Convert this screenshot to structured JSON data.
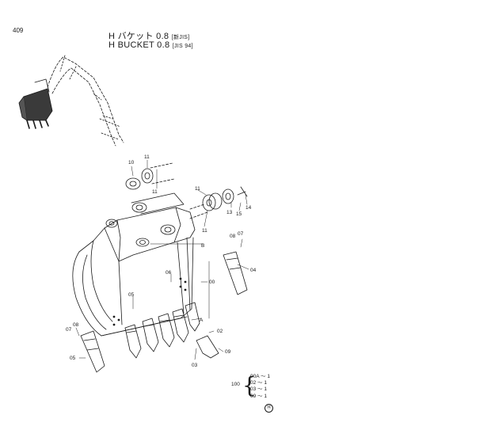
{
  "page_number": "409",
  "title": {
    "line1": "H バケット 0.8",
    "line1_tag": "[新JIS]",
    "line2": "H BUCKET 0.8",
    "line2_tag": "[JIS 94]"
  },
  "callouts": {
    "c10": "10",
    "c11a": "11",
    "c11b": "11",
    "c11c": "11",
    "c11d": "11",
    "c13": "13",
    "c14": "14",
    "c15": "15",
    "c08a": "08",
    "c07a": "07",
    "c04": "04",
    "cB": "B",
    "c06": "06",
    "c00": "00",
    "c05": "05",
    "cA": "A",
    "c02": "02",
    "c09": "09",
    "c03": "03",
    "c07b": "07",
    "c08b": "08",
    "c05b": "05"
  },
  "quantity_table": {
    "group": "100",
    "rows": [
      "00A ～ 1",
      "02 ～ 1",
      "03 ～ 1",
      "09 ～ 1"
    ]
  },
  "badge": "⑭"
}
